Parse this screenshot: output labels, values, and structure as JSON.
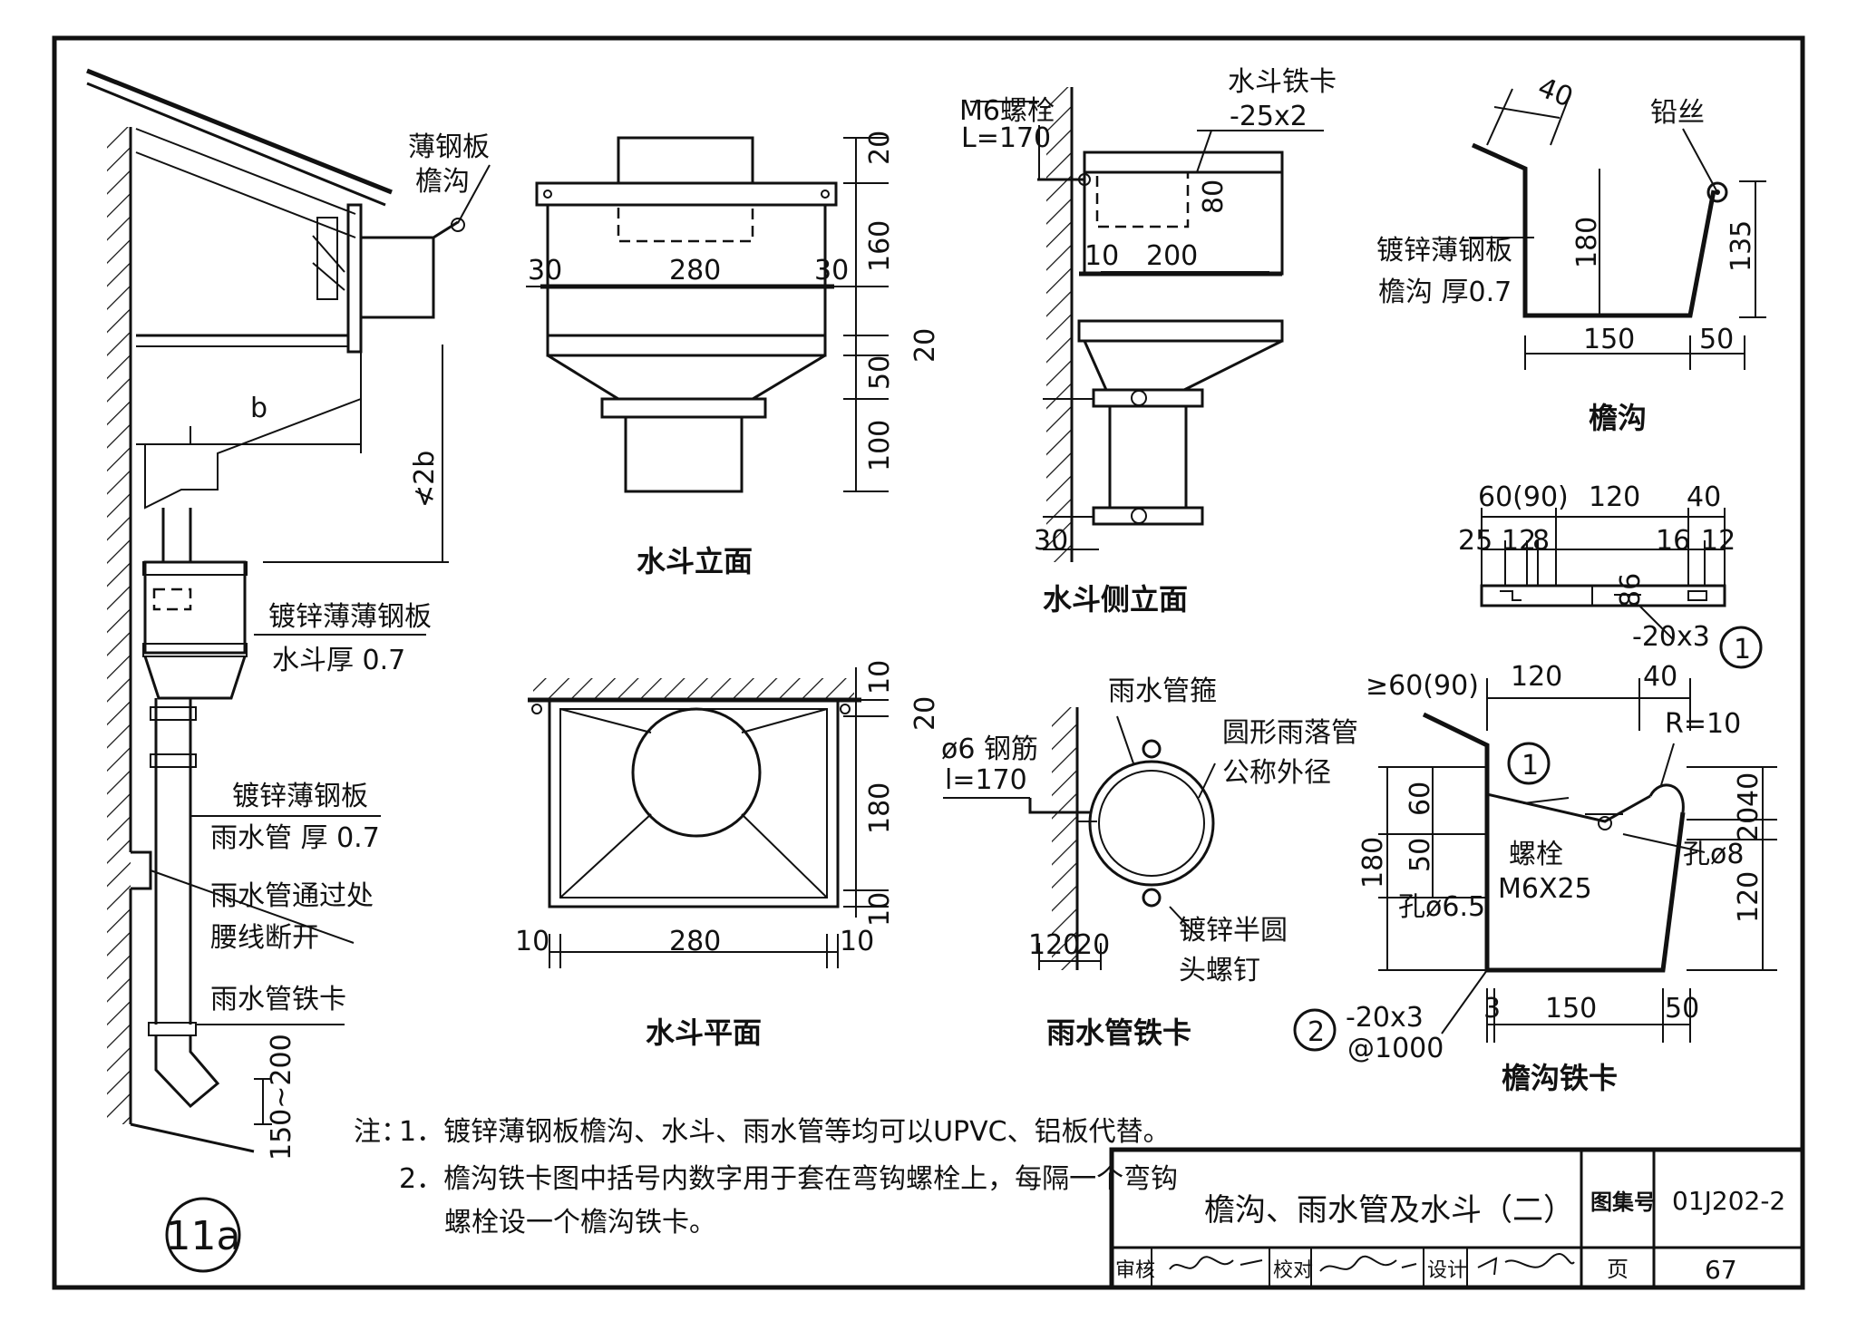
{
  "sheet": {
    "detail_no": "11a",
    "notes": {
      "prefix": "注：",
      "n1": "1．镀锌薄钢板檐沟、水斗、雨水管等均可以UPVC、铝板代替。",
      "n2": "2．檐沟铁卡图中括号内数字用于套在弯钩螺栓上，每隔一个弯钩",
      "n2b": "螺栓设一个檐沟铁卡。"
    },
    "title_block": {
      "title": "檐沟、雨水管及水斗（二）",
      "atlas_label": "图集号",
      "atlas_no": "01J202-2",
      "review_label": "审核",
      "check_label": "校对",
      "design_label": "设计",
      "page_label": "页",
      "page_no": "67"
    }
  },
  "elevation_11a": {
    "l_sheet1": "薄钢板",
    "l_sheet2": "檐沟",
    "dim_b": "b",
    "dim_2b": "≮2b",
    "l_hopper1": "镀锌薄薄钢板",
    "l_hopper2": "水斗厚 0.7",
    "l_pipe1": "镀锌薄钢板",
    "l_pipe2": "雨水管 厚 0.7",
    "l_waist1": "雨水管通过处",
    "l_waist2": "腰线断开",
    "l_clamp": "雨水管铁卡",
    "dim_bottom": "150~200"
  },
  "hopper_elevation": {
    "title": "水斗立面",
    "d20a": "20",
    "d160": "160",
    "d20b": "20",
    "d50": "50",
    "d100": "100",
    "d30a": "30",
    "d280": "280",
    "d30b": "30"
  },
  "hopper_side": {
    "title": "水斗侧立面",
    "bolt1": "M6螺栓",
    "bolt2": "L=170",
    "strap1": "水斗铁卡",
    "strap2": "-25x2",
    "d80": "80",
    "d10": "10",
    "d200": "200",
    "d30": "30"
  },
  "gutter": {
    "title": "檐沟",
    "d40": "40",
    "wire": "铅丝",
    "mat1": "镀锌薄钢板",
    "mat2": "檐沟 厚0.7",
    "d180": "180",
    "d135": "135",
    "d150": "150",
    "d50": "50"
  },
  "strip_1": {
    "d6090": "60(90)",
    "d120": "120",
    "d40": "40",
    "d25": "25",
    "d12a": "12",
    "d8": "8",
    "d16": "16",
    "d12b": "12",
    "d86": "86",
    "spec": "-20x3",
    "mark": "1"
  },
  "hopper_plan": {
    "title": "水斗平面",
    "d10a": "10",
    "d20": "20",
    "d180": "180",
    "d10b": "10",
    "d10l": "10",
    "d280": "280",
    "d10r": "10"
  },
  "pipe_clamp": {
    "title": "雨水管铁卡",
    "hoop": "雨水管箍",
    "rebar1": "ø6 钢筋",
    "rebar2": "l=170",
    "pipe1": "圆形雨落管",
    "pipe2": "公称外径",
    "screw1": "镀锌半圆",
    "screw2": "头螺钉",
    "d120": "120",
    "d20": "20"
  },
  "gutter_clamp": {
    "title": "檐沟铁卡",
    "d6090": "≥60(90)",
    "d120": "120",
    "d40": "40",
    "r10": "R=10",
    "mark1": "1",
    "d60": "60",
    "d180": "180",
    "d50": "50",
    "bolt1": "螺栓",
    "bolt2": "M6X25",
    "hole1": "孔ø6.5",
    "hole2": "孔ø8",
    "d40r": "40",
    "d20r": "20",
    "d120r": "120",
    "d3": "3",
    "d150": "150",
    "d50b": "50",
    "mark2": "2",
    "spec1": "-20x3",
    "spec2": "@1000"
  }
}
